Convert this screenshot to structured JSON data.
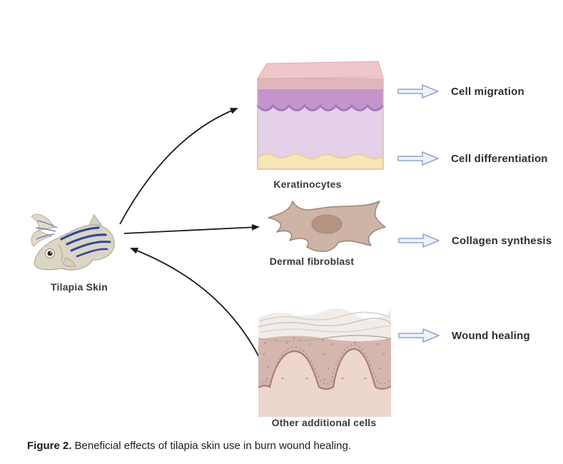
{
  "diagram": {
    "source": {
      "label": "Tilapia Skin"
    },
    "cell_types": [
      {
        "id": "keratinocytes",
        "label": "Keratinocytes"
      },
      {
        "id": "dermal-fibroblast",
        "label": "Dermal fibroblast"
      },
      {
        "id": "other-additional-cells",
        "label": "Other additional cells"
      }
    ],
    "outcomes": [
      {
        "label": "Cell migration"
      },
      {
        "label": "Cell differentiation"
      },
      {
        "label": "Collagen synthesis"
      },
      {
        "label": "Wound healing"
      }
    ],
    "relations": [
      {
        "from": "Tilapia Skin",
        "to": "Keratinocytes",
        "style": "curved-arrow"
      },
      {
        "from": "Tilapia Skin",
        "to": "Dermal fibroblast",
        "style": "straight-arrow"
      },
      {
        "from": "Other additional cells",
        "to": "Tilapia Skin",
        "style": "curved-arrow"
      }
    ]
  },
  "caption": {
    "label": "Figure 2.",
    "text": "Beneficial effects of tilapia skin use in burn wound healing."
  },
  "colors": {
    "background": "#ffffff",
    "thin_arrow": "#1a1a1a",
    "block_arrow_fill": "#eef2f9",
    "block_arrow_stroke": "#8ea6cd",
    "skin_top_face": "#efc6c9",
    "skin_pink_band": "#e2b5bc",
    "skin_purple_layer": "#c495cc",
    "skin_purple_wave": "#a478bd",
    "skin_lavender": "#e4d0e8",
    "skin_fat_layer": "#f8e6b5",
    "fibroblast_body": "#cdb4a6",
    "fibroblast_outline": "#a2887a",
    "fibroblast_nucleus": "#b69481",
    "tissue_base_pink": "#ecd6ce",
    "tissue_band": "#d5b6ae",
    "tissue_outline": "#a87f79",
    "tissue_top_layer": "#f2ece8",
    "fish_body": "#dbd5c5",
    "fish_outline": "#b3a992",
    "fish_stripe": "#2e4a9c",
    "label_text": "#3a3a3a",
    "caption_text": "#1d1d1d"
  }
}
